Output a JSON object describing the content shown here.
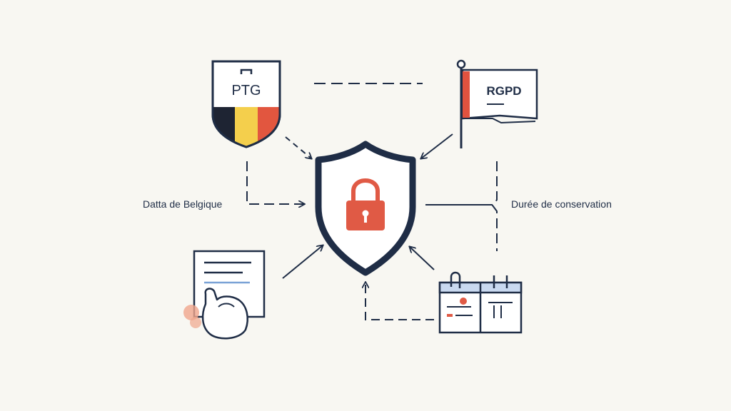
{
  "badge_shield": {
    "text": "PTG"
  },
  "flag_card": {
    "text": "RGPD"
  },
  "labels": {
    "left": "Datta de Belgique",
    "right": "Durée de conservation"
  },
  "colors": {
    "background": "#f8f7f2",
    "navy": "#1f2d46",
    "lock_red": "#e05a45",
    "belgium_black": "#1e2433",
    "belgium_yellow": "#f4cf4c",
    "belgium_red": "#e2563f",
    "flag_red": "#e0523f",
    "accent_blue": "#7aa2d6",
    "skin": "#f0a58c"
  },
  "icons": [
    "shield-badge-icon",
    "flag-icon",
    "shield-lock-icon",
    "document-hand-icon",
    "calendar-icon"
  ]
}
